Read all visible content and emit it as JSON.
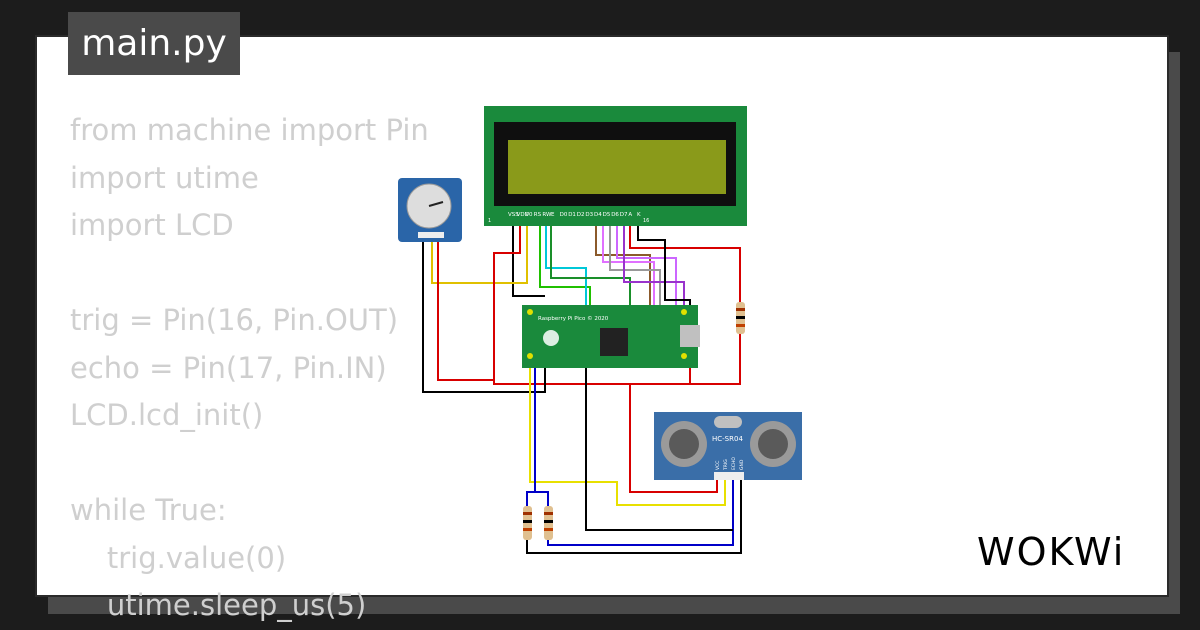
{
  "tab": {
    "filename": "main.py"
  },
  "code": {
    "lines": [
      "from machine import Pin",
      "import utime",
      "import LCD",
      "",
      "trig = Pin(16, Pin.OUT)",
      "echo = Pin(17, Pin.IN)",
      "LCD.lcd_init()",
      "",
      "while True:",
      "    trig.value(0)",
      "    utime.sleep_us(5)"
    ]
  },
  "circuit": {
    "lcd_pins": [
      "VSS",
      "VDD",
      "V0",
      "RS",
      "RW",
      "E",
      "D0",
      "D1",
      "D2",
      "D3",
      "D4",
      "D5",
      "D6",
      "D7",
      "A",
      "K"
    ],
    "lcd_pin_first": "1",
    "lcd_pin_last": "16",
    "pico_label": "Raspberry Pi Pico © 2020",
    "sensor_label": "HC-SR04",
    "sensor_pins": [
      "VCC",
      "TRIG",
      "ECHO",
      "GND"
    ]
  },
  "brand": {
    "name": "WOKWi"
  },
  "colors": {
    "background": "#1c1c1c",
    "card": "#ffffff",
    "tab": "#4a4a4a",
    "code_text": "#cfcfcf",
    "lcd_board": "#1a8a3c",
    "lcd_screen": "#8a9a1a",
    "pico_board": "#1a8a3c",
    "sensor_board": "#3a6ea8",
    "potentiometer_board": "#2a65a8"
  }
}
